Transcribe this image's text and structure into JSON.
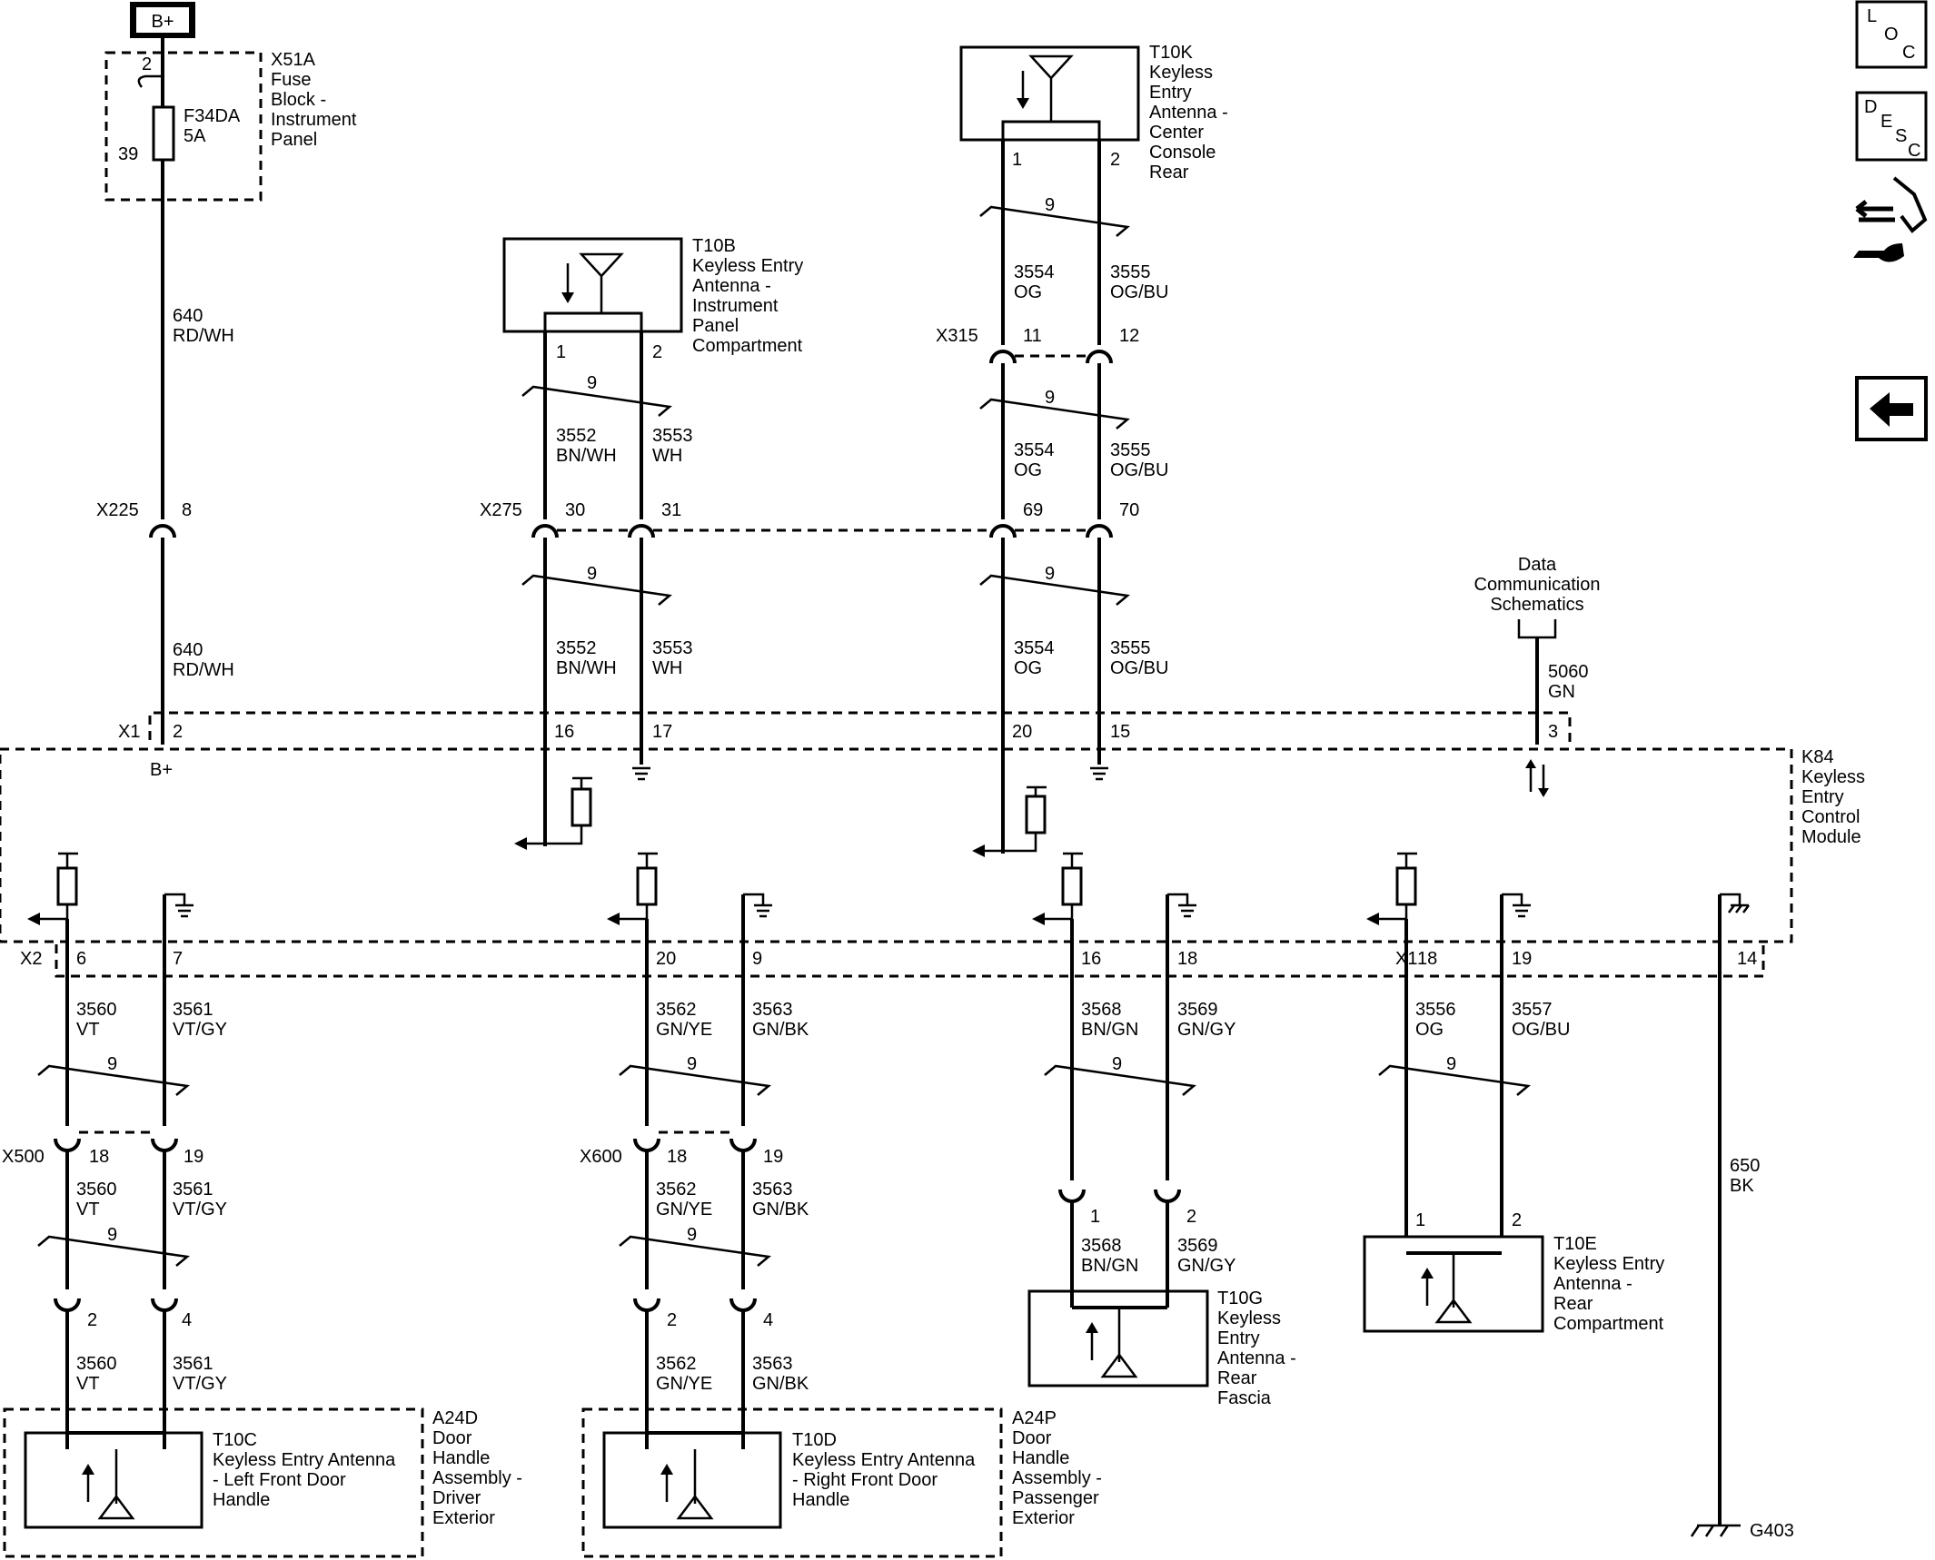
{
  "power": {
    "label": "B+"
  },
  "fuse_block": {
    "name": "X51A",
    "desc": [
      "Fuse",
      "Block -",
      "Instrument",
      "Panel"
    ],
    "fuse_id": "F34DA",
    "fuse_rating": "5A",
    "pin_top": "2",
    "pin_bottom": "39"
  },
  "power_wire": {
    "circuit": "640",
    "color": "RD/WH",
    "connector": "X225",
    "pin": "8"
  },
  "connectors": {
    "x275": "X275",
    "x315": "X315",
    "x1": "X1",
    "x2": "X2",
    "x500": "X500",
    "x600": "X600"
  },
  "twist": "9",
  "t10b": {
    "id": "T10B",
    "desc": [
      "Keyless Entry",
      "Antenna -",
      "Instrument",
      "Panel",
      "Compartment"
    ],
    "pin_a": "1",
    "pin_b": "2",
    "circuit_a": "3552",
    "color_a": "BN/WH",
    "circuit_b": "3553",
    "color_b": "WH",
    "x275_a": "30",
    "x275_b": "31",
    "mod_a": "16",
    "mod_b": "17"
  },
  "t10k": {
    "id": "T10K",
    "desc": [
      "Keyless",
      "Entry",
      "Antenna -",
      "Center",
      "Console",
      "Rear"
    ],
    "pin_a": "1",
    "pin_b": "2",
    "circuit_a": "3554",
    "color_a": "OG",
    "circuit_b": "3555",
    "color_b": "OG/BU",
    "x315_a": "11",
    "x315_b": "12",
    "x275_a": "69",
    "x275_b": "70",
    "mod_a": "20",
    "mod_b": "15"
  },
  "data_comm": {
    "label": [
      "Data",
      "Communication",
      "Schematics"
    ],
    "circuit": "5060",
    "color": "GN",
    "pin": "3"
  },
  "module": {
    "name": "K84",
    "desc": [
      "Keyless",
      "Entry",
      "Control",
      "Module"
    ],
    "pin_bplus": "2",
    "bplus": "B+"
  },
  "t10c": {
    "mod_a": "6",
    "mod_b": "7",
    "circuit_a": "3560",
    "color_a": "VT",
    "circuit_b": "3561",
    "color_b": "VT/GY",
    "inline_a": "18",
    "inline_b": "19",
    "pin_a": "2",
    "pin_b": "4",
    "id": "T10C",
    "desc": [
      "Keyless Entry Antenna",
      "- Left Front Door",
      "Handle"
    ],
    "assy": "A24D",
    "assy_desc": [
      "Door",
      "Handle",
      "Assembly -",
      "Driver",
      "Exterior"
    ]
  },
  "t10d": {
    "mod_a": "20",
    "mod_b": "9",
    "circuit_a": "3562",
    "color_a": "GN/YE",
    "circuit_b": "3563",
    "color_b": "GN/BK",
    "inline_a": "18",
    "inline_b": "19",
    "pin_a": "2",
    "pin_b": "4",
    "id": "T10D",
    "desc": [
      "Keyless Entry Antenna",
      "- Right Front Door",
      "Handle"
    ],
    "assy": "A24P",
    "assy_desc": [
      "Door",
      "Handle",
      "Assembly -",
      "Passenger",
      "Exterior"
    ]
  },
  "t10g": {
    "mod_a": "16",
    "mod_b": "18",
    "circuit_a": "3568",
    "color_a": "BN/GN",
    "circuit_b": "3569",
    "color_b": "GN/GY",
    "pin_a": "1",
    "pin_b": "2",
    "id": "T10G",
    "desc": [
      "Keyless",
      "Entry",
      "Antenna -",
      "Rear",
      "Fascia"
    ]
  },
  "t10e": {
    "mod_a": "18",
    "mod_b": "19",
    "circuit_a": "3556",
    "color_a": "OG",
    "circuit_b": "3557",
    "color_b": "OG/BU",
    "pin_a": "1",
    "pin_b": "2",
    "id": "T10E",
    "desc": [
      "Keyless Entry",
      "Antenna -",
      "Rear",
      "Compartment"
    ]
  },
  "ground": {
    "pin": "14",
    "circuit": "650",
    "color": "BK",
    "ground_id": "G403"
  },
  "side_buttons": {
    "loc": [
      "L",
      "O",
      "C"
    ],
    "desc": [
      "D",
      "E",
      "S",
      "C"
    ]
  }
}
